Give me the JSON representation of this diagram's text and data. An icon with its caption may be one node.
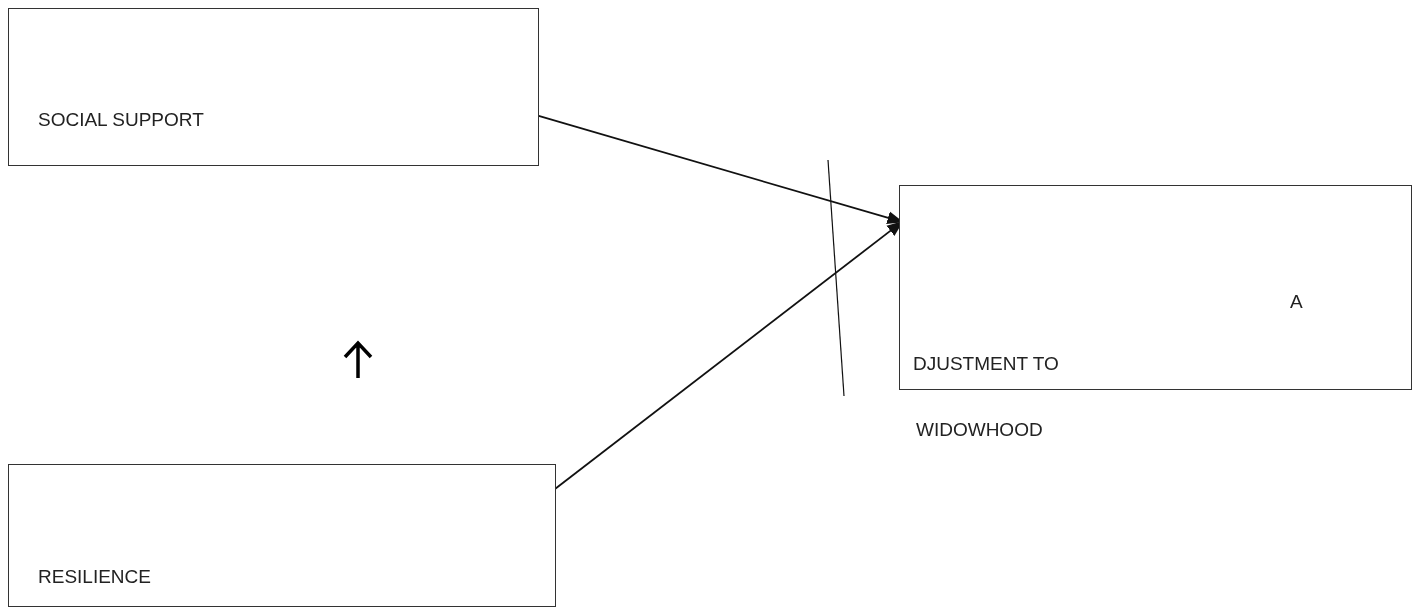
{
  "diagram": {
    "nodes": [
      {
        "text": [
          "SOCIAL SUPPORT"
        ]
      },
      {
        "text": [
          "A",
          "DJUSTMENT TO"
        ],
        "beside": [
          "WIDOWHOOD"
        ]
      },
      {
        "text": [
          "RESILIENCE"
        ]
      }
    ],
    "edges": [
      {
        "from": 0,
        "to": 1,
        "arrow": "to"
      },
      {
        "from": 2,
        "to": 1,
        "arrow": "to"
      }
    ]
  }
}
